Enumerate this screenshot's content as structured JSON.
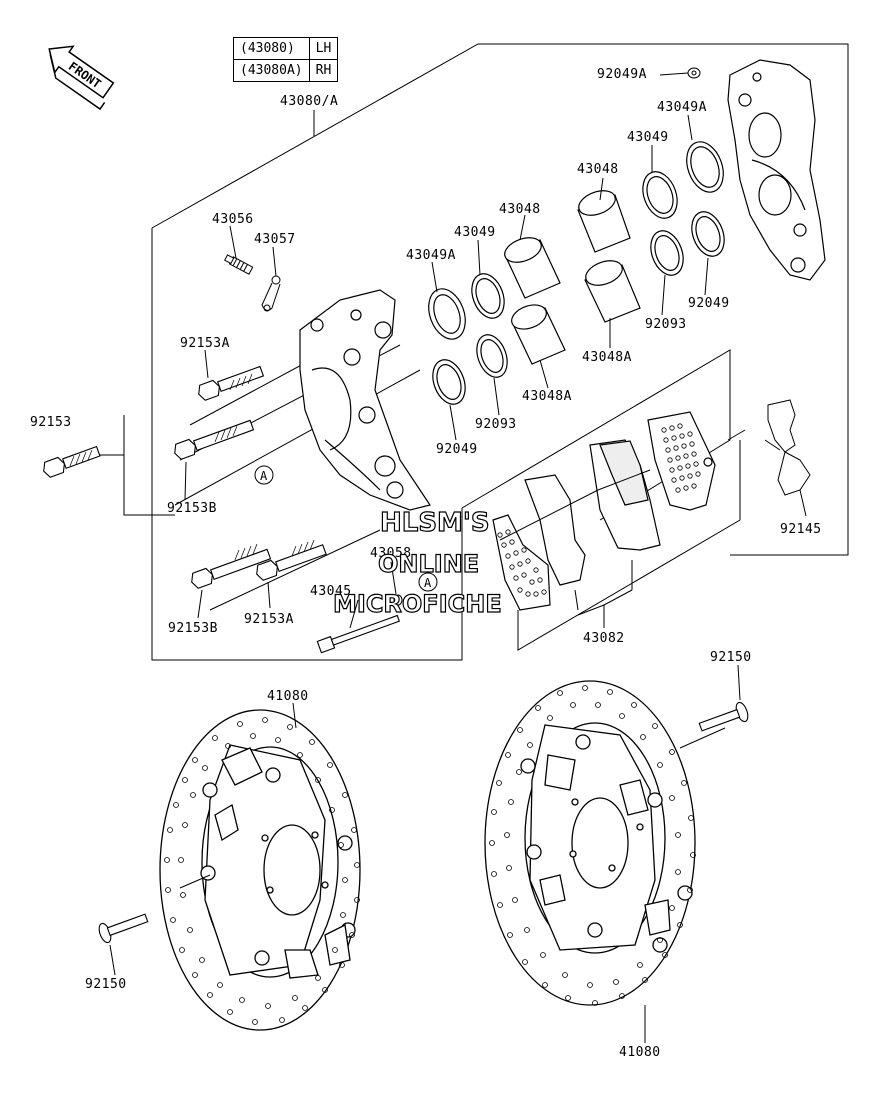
{
  "legend": {
    "rows": [
      {
        "part": "(43080)",
        "side": "LH"
      },
      {
        "part": "(43080A)",
        "side": "RH"
      }
    ]
  },
  "front_arrow_label": "FRONT",
  "watermark": [
    "HLSM'S",
    "ONLINE",
    "MICROFICHE"
  ],
  "labels": {
    "l43080_A": "43080/A",
    "l92049A": "92049A",
    "l43049A_r": "43049A",
    "l43049_r": "43049",
    "l43048_r": "43048",
    "l43056": "43056",
    "l43057": "43057",
    "l43048_m": "43048",
    "l43049_m": "43049",
    "l43049A_m": "43049A",
    "l92049_r": "92049",
    "l92093_r": "92093",
    "l43048A_r": "43048A",
    "l92153A_t": "92153A",
    "l43048A_m": "43048A",
    "l92153": "92153",
    "l92093_m": "92093",
    "l92049_m": "92049",
    "l92153B_t": "92153B",
    "l92145": "92145",
    "l43058": "43058",
    "l43045": "43045",
    "l92153B_b": "92153B",
    "l92153A_b": "92153A",
    "l43082": "43082",
    "l92150_r": "92150",
    "l41080_l": "41080",
    "l92150_l": "92150",
    "l41080_r": "41080"
  },
  "ref_marks": {
    "a1": "A",
    "a2": "A"
  }
}
